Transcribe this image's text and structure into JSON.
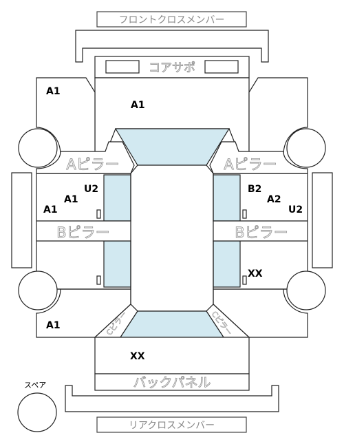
{
  "labels": {
    "front_cross_member": "フロントクロスメンバー",
    "core_support": "コアサポ",
    "a_pillar_left": "Aピラー",
    "a_pillar_right": "Aピラー",
    "b_pillar_left": "Bピラー",
    "b_pillar_right": "Bピラー",
    "back_panel": "バックパネル",
    "rear_cross_member": "リアクロスメンバー",
    "spare": "スペア",
    "c_pillar_left": "Cピラー",
    "c_pillar_right": "Cピラー"
  },
  "grades": {
    "front_left_fender": "A1",
    "hood": "A1",
    "front_left_door_front": "A1",
    "front_left_door_back": "A1",
    "front_left_door_u": "U2",
    "front_right_door_b": "B2",
    "front_right_door_a": "A2",
    "front_right_door_u": "U2",
    "rear_right_door": "XX",
    "rear_left_quarter": "A1",
    "trunk": "XX"
  }
}
